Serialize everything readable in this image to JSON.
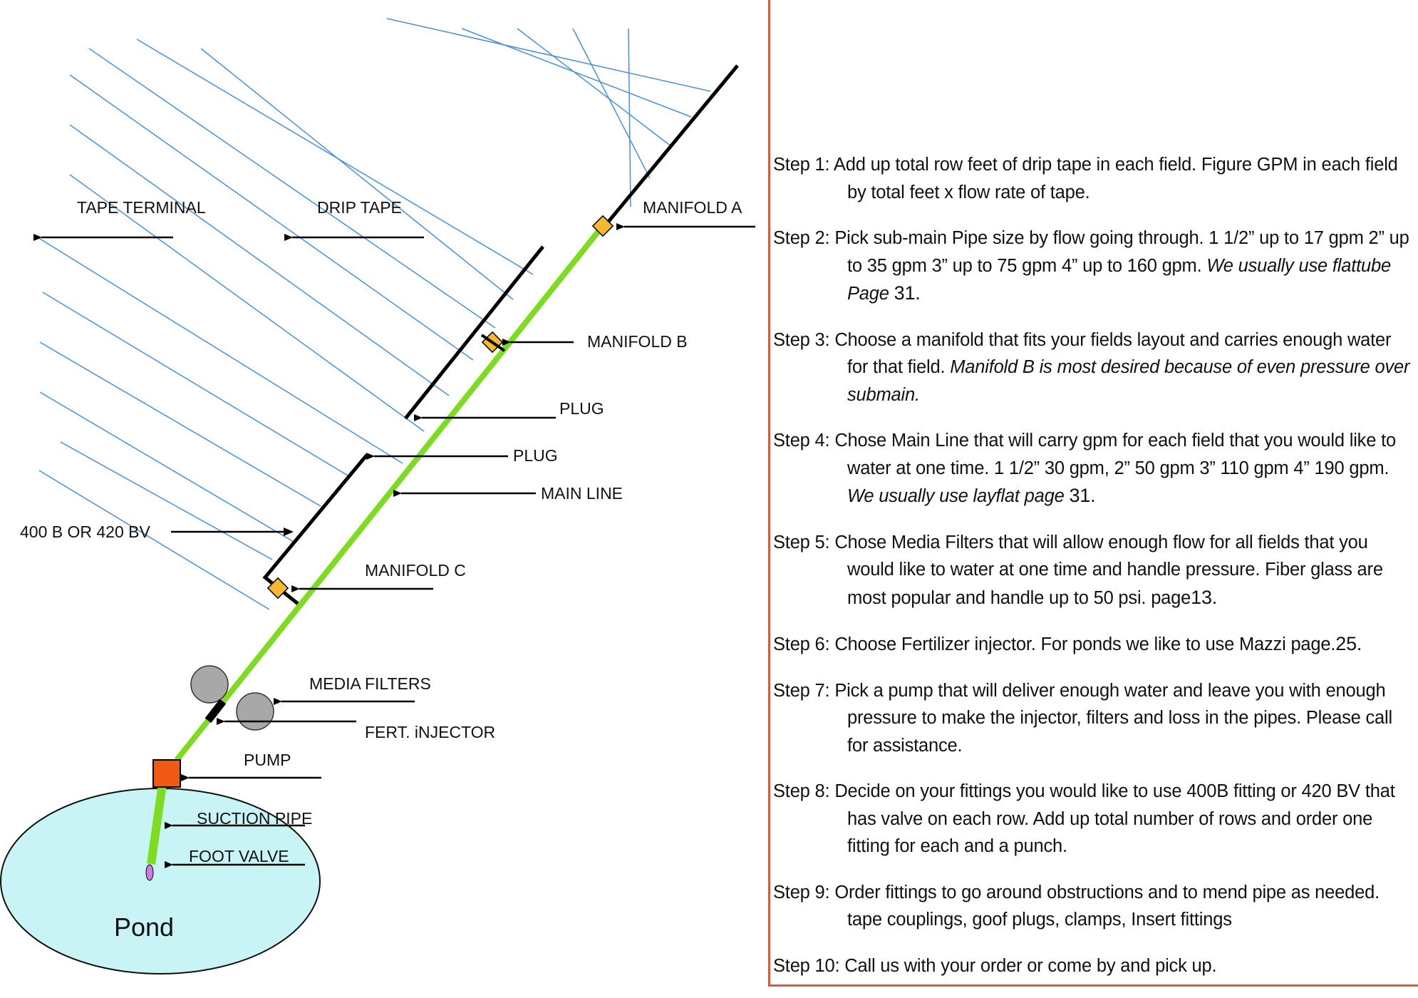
{
  "labels": {
    "tape_terminal": "TAPE TERMINAL",
    "drip_tape": "DRIP TAPE",
    "manifold_a": "MANIFOLD A",
    "manifold_b": "MANIFOLD B",
    "plug_1": "PLUG",
    "plug_2": "PLUG",
    "main_line": "MAIN LINE",
    "fitting": "400 B OR 420 BV",
    "manifold_c": "MANIFOLD C",
    "media_filters": "MEDIA FILTERS",
    "fert_injector": "FERT. iNJECTOR",
    "pump": "PUMP",
    "suction_pipe": "SUCTION PIPE",
    "foot_valve": "FOOT VALVE",
    "pond": "Pond"
  },
  "colors": {
    "main_line": "#7ddc1f",
    "drip_tape": "#4a90d9",
    "pond": "#c8f4f6",
    "manifold_valve": "#f5b82e",
    "pump": "#f05a14",
    "filter": "#a8a8a8",
    "panel_border": "#e4572e",
    "foot_valve": "#d07be0"
  },
  "steps": [
    {
      "label": "Step 1:",
      "text": "Add up total row feet of drip tape in each field. Figure GPM in each field by total feet x flow rate of tape.",
      "italic": "",
      "page": ""
    },
    {
      "label": "Step 2:",
      "text": "Pick  sub-main  Pipe size by flow going through.  1 1/2” up to 17 gpm 2” up to 35 gpm 3” up to 75 gpm  4” up to 160 gpm.",
      "italic": "We usually use flattube Page",
      "page": "31."
    },
    {
      "label": "Step 3:",
      "text": "Choose a manifold that fits your fields layout and carries enough water for that field.",
      "italic": "Manifold B is most desired because of even pressure over submain.",
      "page": ""
    },
    {
      "label": "Step 4:",
      "text": "Chose Main Line that will carry gpm for each field that you would like to water at one time.  1 1/2” 30 gpm,  2” 50 gpm 3” 110 gpm 4” 190 gpm.",
      "italic": "We usually use layflat page",
      "page": "31."
    },
    {
      "label": "Step 5:",
      "text": "Chose Media Filters that will allow enough flow for all fields that you would like to water at one time and handle pressure.  Fiber glass are most popular and handle up to 50 psi. page",
      "italic": "",
      "page": "13."
    },
    {
      "label": "Step 6:",
      "text": "Choose Fertilizer injector. For ponds we like to use Mazzi page.",
      "italic": "",
      "page": "25."
    },
    {
      "label": "Step 7:",
      "text": "Pick a pump that will deliver enough water  and leave you with enough pressure to make the injector, filters and loss in the pipes.   Please call for assistance.",
      "italic": "",
      "page": ""
    },
    {
      "label": "Step 8:",
      "text": "Decide on your fittings you would like to use 400B fitting or 420 BV that  has valve on each row.   Add up total number of rows and order one fitting for each and a punch.",
      "italic": "",
      "page": ""
    },
    {
      "label": "Step 9:",
      "text": "Order fittings to go around obstructions and to mend pipe as needed.  tape couplings, goof plugs, clamps, Insert fittings",
      "italic": "",
      "page": ""
    },
    {
      "label": "Step 10:",
      "text": "Call us with your order or come by and pick up.",
      "italic": "",
      "page": ""
    }
  ]
}
